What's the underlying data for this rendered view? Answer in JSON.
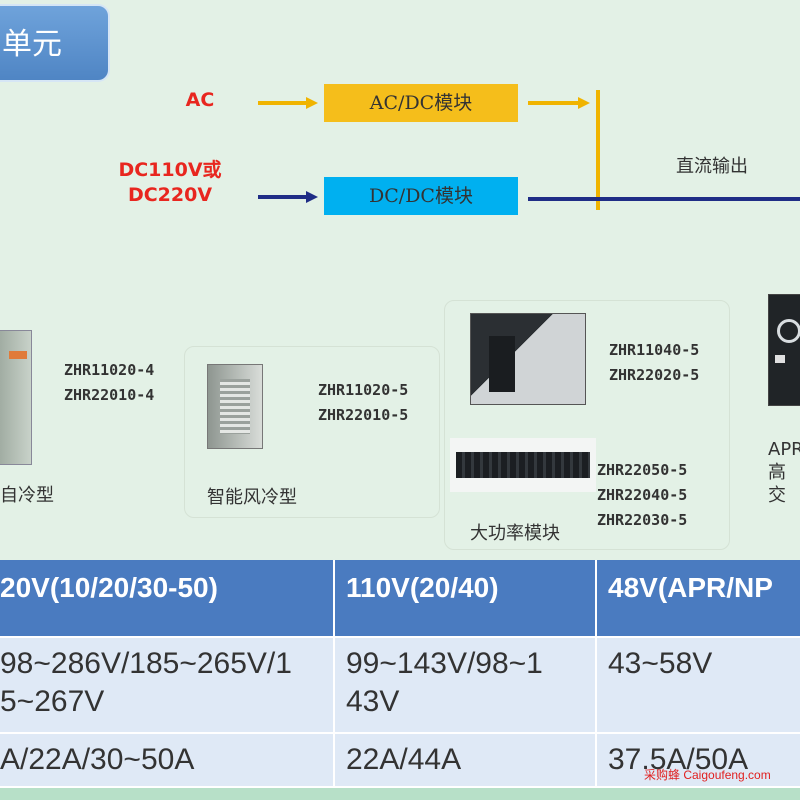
{
  "title": {
    "text": "单元"
  },
  "diagram": {
    "input_ac": "AC",
    "input_dc": [
      "DC110V或",
      "DC220V"
    ],
    "module_acdc": "AC/DC模块",
    "module_dcdc": "DC/DC模块",
    "output": "直流输出"
  },
  "products": {
    "natural": {
      "models": [
        "ZHR11020-4",
        "ZHR22010-4"
      ],
      "caption": "自冷型"
    },
    "fan": {
      "models": [
        "ZHR11020-5",
        "ZHR22010-5"
      ],
      "caption": "智能风冷型"
    },
    "high_power": {
      "models_top": [
        "ZHR11040-5",
        "ZHR22020-5"
      ],
      "models_bottom": [
        "ZHR22050-5",
        "ZHR22040-5",
        "ZHR22030-5"
      ],
      "caption": "大功率模块"
    },
    "apr": {
      "line1": "APR",
      "line2": "高交"
    }
  },
  "table": {
    "headers": [
      "20V(10/20/30-50)",
      "110V(20/40)",
      "48V(APR/NP"
    ],
    "voltage_range": [
      "98~286V/185~265V/1",
      "5~267V",
      "99~143V/98~1",
      "43V",
      "43~58V"
    ],
    "current": [
      "A/22A/30~50A",
      "22A/44A",
      "37.5A/50A"
    ]
  },
  "watermark": "采购蜂 Caigoufeng.com",
  "colors": {
    "tab": "#4f85c4",
    "acdc": "#f5be1b",
    "dcdc": "#00b0f0",
    "navy": "#1f2d86",
    "ac_line": "#f0b400",
    "header": "#4a7bc0",
    "table_row": "#dfe9f6"
  }
}
